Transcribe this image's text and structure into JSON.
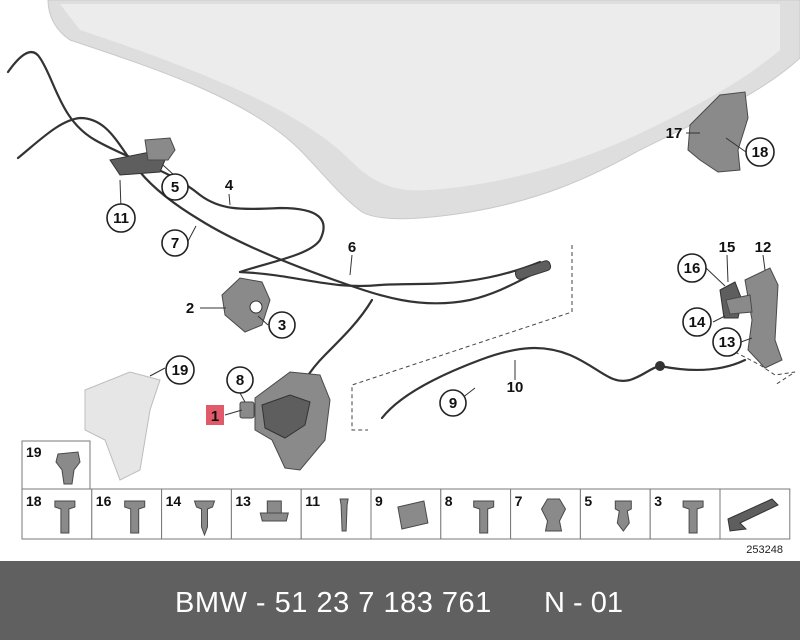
{
  "diagram": {
    "callouts": [
      "5",
      "4",
      "11",
      "7",
      "6",
      "2",
      "3",
      "19",
      "8",
      "9",
      "10",
      "17",
      "18",
      "16",
      "14",
      "13"
    ],
    "plain_labels": [
      "15",
      "12"
    ],
    "highlight_label": "1",
    "highlight_color": "#e05a6a",
    "diagram_number": "253248"
  },
  "parts_grid": {
    "top_row": [
      {
        "label": "19",
        "icon": "spreading-rivet-icon"
      }
    ],
    "bottom_row": [
      {
        "label": "18",
        "icon": "screw-icon"
      },
      {
        "label": "16",
        "icon": "screw-icon"
      },
      {
        "label": "14",
        "icon": "self-tapping-screw-icon"
      },
      {
        "label": "13",
        "icon": "collar-nut-icon"
      },
      {
        "label": "11",
        "icon": "blind-rivet-icon"
      },
      {
        "label": "9",
        "icon": "clip-nut-icon"
      },
      {
        "label": "8",
        "icon": "screw-icon"
      },
      {
        "label": "7",
        "icon": "cable-holder-clip-icon"
      },
      {
        "label": "5",
        "icon": "expanding-rivet-icon"
      },
      {
        "label": "3",
        "icon": "screw-icon"
      },
      {
        "label": "",
        "icon": "arrow-icon"
      }
    ]
  },
  "footer": {
    "part_number": "BMW - 51 23 7 183 761",
    "code": "N - 01",
    "background": "#606060"
  }
}
